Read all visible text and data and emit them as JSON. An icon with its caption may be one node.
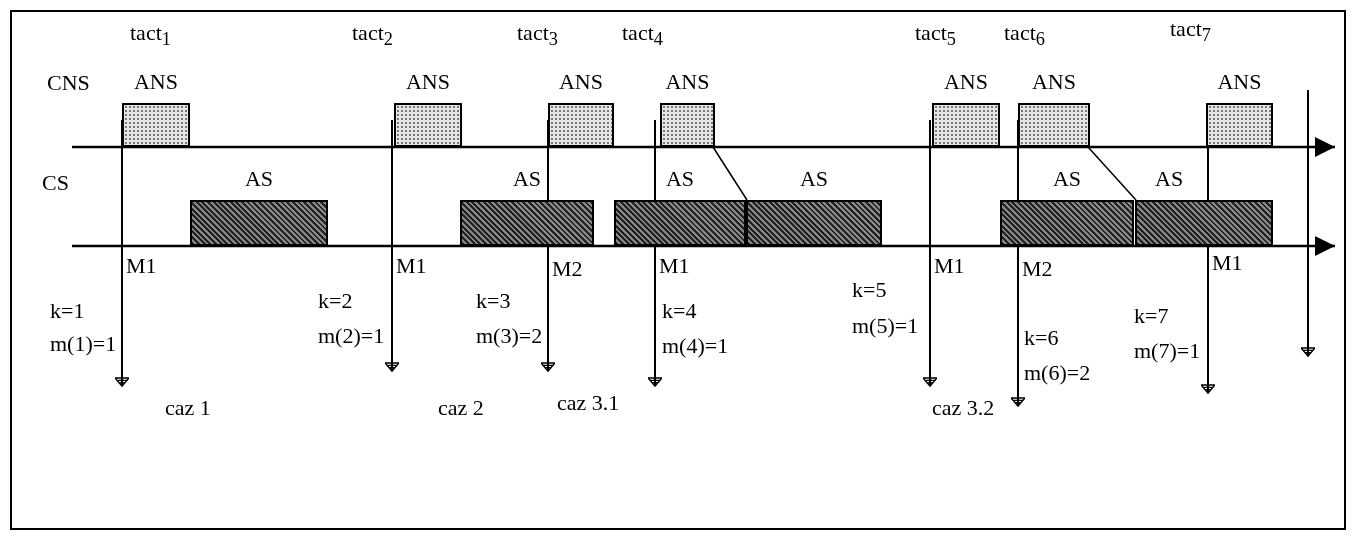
{
  "diagram": {
    "nodes": [
      {
        "text": [
          "ANS"
        ]
      },
      {
        "text": [
          "ANS"
        ]
      },
      {
        "text": [
          "ANS"
        ]
      },
      {
        "text": [
          "ANS"
        ]
      },
      {
        "text": [
          "ANS"
        ]
      },
      {
        "text": [
          "ANS"
        ]
      },
      {
        "text": [
          "ANS"
        ]
      },
      {
        "text": [
          "AS"
        ]
      },
      {
        "text": [
          "AS"
        ]
      },
      {
        "text": [
          "AS"
        ]
      },
      {
        "text": [
          "AS"
        ]
      },
      {
        "text": [
          "AS"
        ]
      },
      {
        "text": [
          "AS"
        ]
      }
    ],
    "edges": [
      {
        "from": 3,
        "to": 10,
        "arrow": "none"
      },
      {
        "from": 5,
        "to": 12,
        "arrow": "none"
      }
    ],
    "labels": [
      "tact$_{1}$",
      "tact$_{2}$",
      "tact$_{3}$",
      "tact$_{4}$",
      "tact$_{5}$",
      "tact$_{6}$",
      "tact$_{7}$",
      "CNS",
      "CS",
      "M1",
      "M1",
      "M2",
      "M1",
      "M1",
      "M2",
      "M1",
      "k=1",
      "m(1)=1",
      "k=2",
      "m(2)=1",
      "k=3",
      "m(3)=2",
      "k=4",
      "m(4)=1",
      "k=5",
      "m(5)=1",
      "k=6",
      "m(6)=2",
      "k=7",
      "m(7)=1",
      "caz 1",
      "caz 2",
      "caz 3.1",
      "caz 3.2"
    ]
  }
}
